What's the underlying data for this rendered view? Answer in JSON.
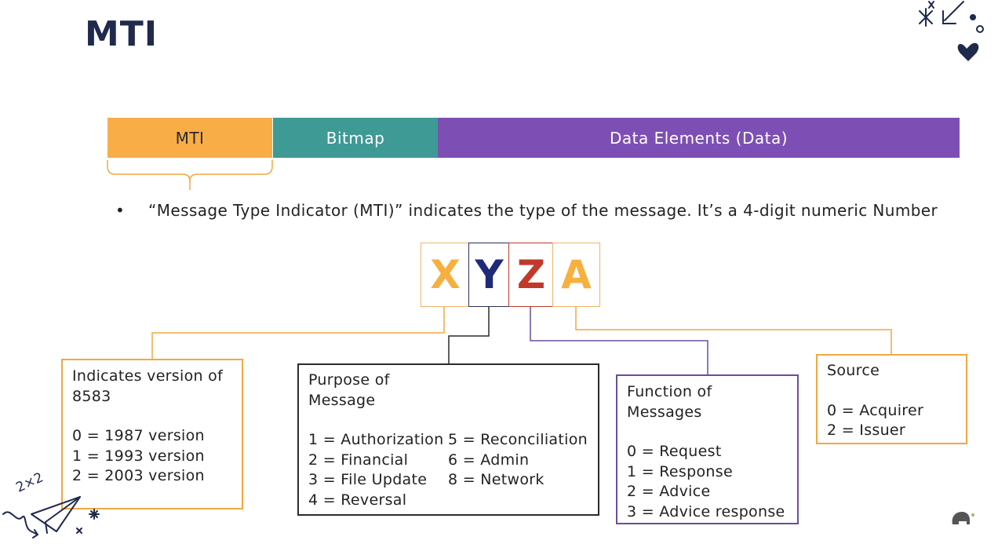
{
  "slide": {
    "title": "MTI",
    "bar": {
      "mti_label": "MTI",
      "bitmap_label": "Bitmap",
      "data_label": "Data Elements  (Data)"
    },
    "bullet": "“Message Type Indicator (MTI)” indicates the type of the message. It’s a 4-digit numeric Number",
    "letters": [
      "X",
      "Y",
      "Z",
      "A"
    ],
    "version_box": {
      "heading": "Indicates version of 8583",
      "items": [
        "0 = 1987 version",
        "1 = 1993 version",
        "2 = 2003 version"
      ]
    },
    "purpose_box": {
      "heading_line1": "Purpose of",
      "heading_line2": "Message",
      "col1": [
        "1 = Authorization",
        "2 = Financial",
        "3 = File Update",
        "4 = Reversal"
      ],
      "col2": [
        "5 = Reconciliation",
        "6 = Admin",
        "8 = Network"
      ]
    },
    "function_box": {
      "heading": "Function of Messages",
      "items": [
        "0 = Request",
        "1 = Response",
        "2 = Advice",
        "3 = Advice response"
      ]
    },
    "source_box": {
      "heading": "Source",
      "items": [
        "0 = Acquirer",
        "2 = Issuer"
      ]
    }
  },
  "colors": {
    "mti": "#f9ad47",
    "bitmap": "#3d9a95",
    "data": "#7d4fb5",
    "title": "#1f2a4d",
    "x_letter": "#f6b040",
    "y_letter": "#1f2a78",
    "z_letter": "#c0392b",
    "a_letter": "#f6b040"
  },
  "icons": [
    "sparkle-arrow-heart-doodle-icon",
    "paper-plane-doodle-icon",
    "elephant-logo-icon"
  ],
  "doodle_text": "2×2"
}
